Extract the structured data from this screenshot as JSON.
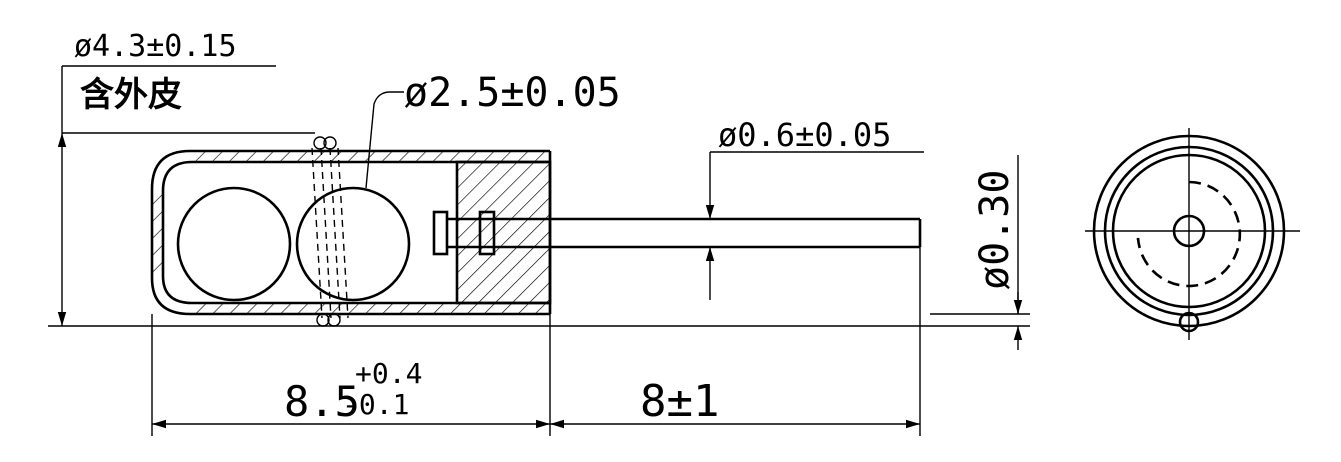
{
  "dimensions": {
    "outer_diameter": "ø4.3±0.15",
    "outer_note": "含外皮",
    "ball_diameter": "ø2.5±0.05",
    "pin_diameter": "ø0.6±0.05",
    "gap": "ø0.30",
    "body_length_base": "8.5",
    "body_length_upper_tol": "+0.4",
    "body_length_lower_tol": "-0.1",
    "pin_length": "8±1"
  }
}
